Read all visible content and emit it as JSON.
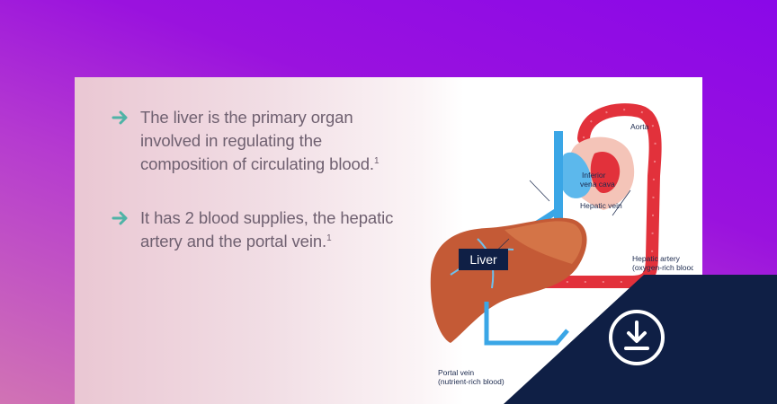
{
  "bullets": [
    {
      "text": "The liver is the primary organ involved in regulating the composition of circulating blood.",
      "ref": "1"
    },
    {
      "text": "It has 2 blood supplies, the hepatic artery and the portal vein.",
      "ref": "1"
    }
  ],
  "diagram": {
    "labels": {
      "aorta": "Aorta",
      "ivc_line1": "Inferior",
      "ivc_line2": "vena cava",
      "hepatic_vein": "Hepatic vein",
      "hepatic_artery_line1": "Hepatic artery",
      "hepatic_artery_line2": "(oxygen-rich blood)",
      "portal_vein_line1": "Portal vein",
      "portal_vein_line2": "(nutrient-rich blood)",
      "liver": "Liver"
    }
  },
  "icons": {
    "bullet": "arrow-right-icon",
    "download": "download-icon"
  },
  "colors": {
    "accent_teal": "#4fb3a6",
    "navy": "#0f1f45",
    "artery_red": "#e2313b",
    "vein_blue": "#3aa6e6"
  }
}
